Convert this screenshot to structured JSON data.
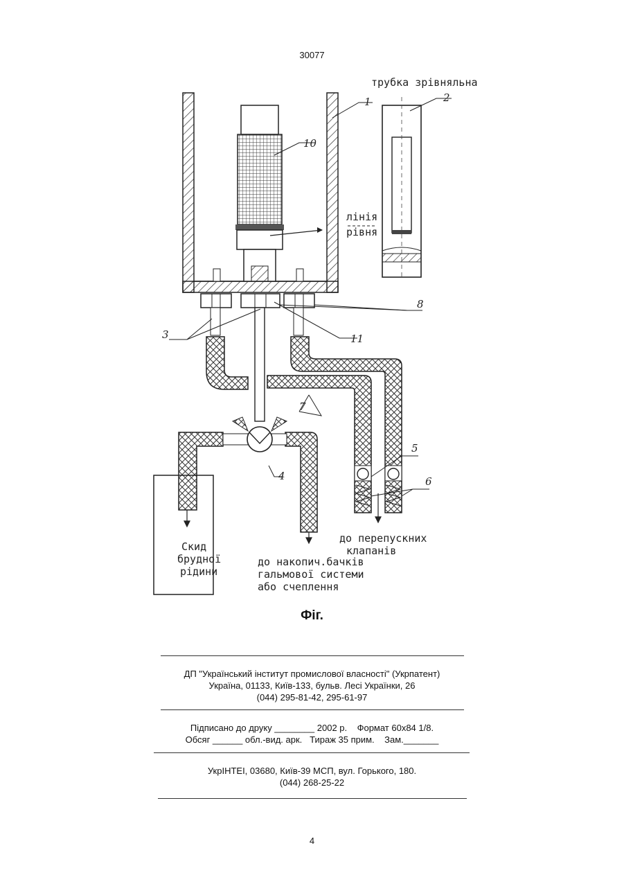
{
  "header": {
    "patent_number": "30077"
  },
  "figure": {
    "labels": {
      "tube_title": "трубка зрівняльна",
      "level_line_1": "лінія",
      "level_line_2": "рівня",
      "drain_1": "Скид",
      "drain_2": "брудної",
      "drain_3": "рідини",
      "tanks_1": "до накопич.бачків",
      "tanks_2": "гальмової системи",
      "tanks_3": "або счеплення",
      "valves_1": "до перепускних",
      "valves_2": "клапанів"
    },
    "numbers": [
      "1",
      "2",
      "3",
      "4",
      "5",
      "6",
      "7",
      "8",
      "10",
      "11"
    ],
    "caption": "Фіг."
  },
  "footer": {
    "org_line1": "ДП \"Український інститут промислової власності\" (Укрпатент)",
    "org_line2": "Україна, 01133, Київ-133, бульв. Лесі Українки, 26",
    "org_line3": "(044) 295-81-42, 295-61-97",
    "print_line1": "Підписано до друку ________ 2002 р.    Формат 60х84 1/8.",
    "print_line2": "Обсяг ______ обл.-вид. арк.   Тираж 35 прим.    Зам._______",
    "press_line1": "УкрІНТЕІ, 03680, Київ-39 МСП, вул. Горького, 180.",
    "press_line2": "(044) 268-25-22"
  },
  "page_number": "4"
}
